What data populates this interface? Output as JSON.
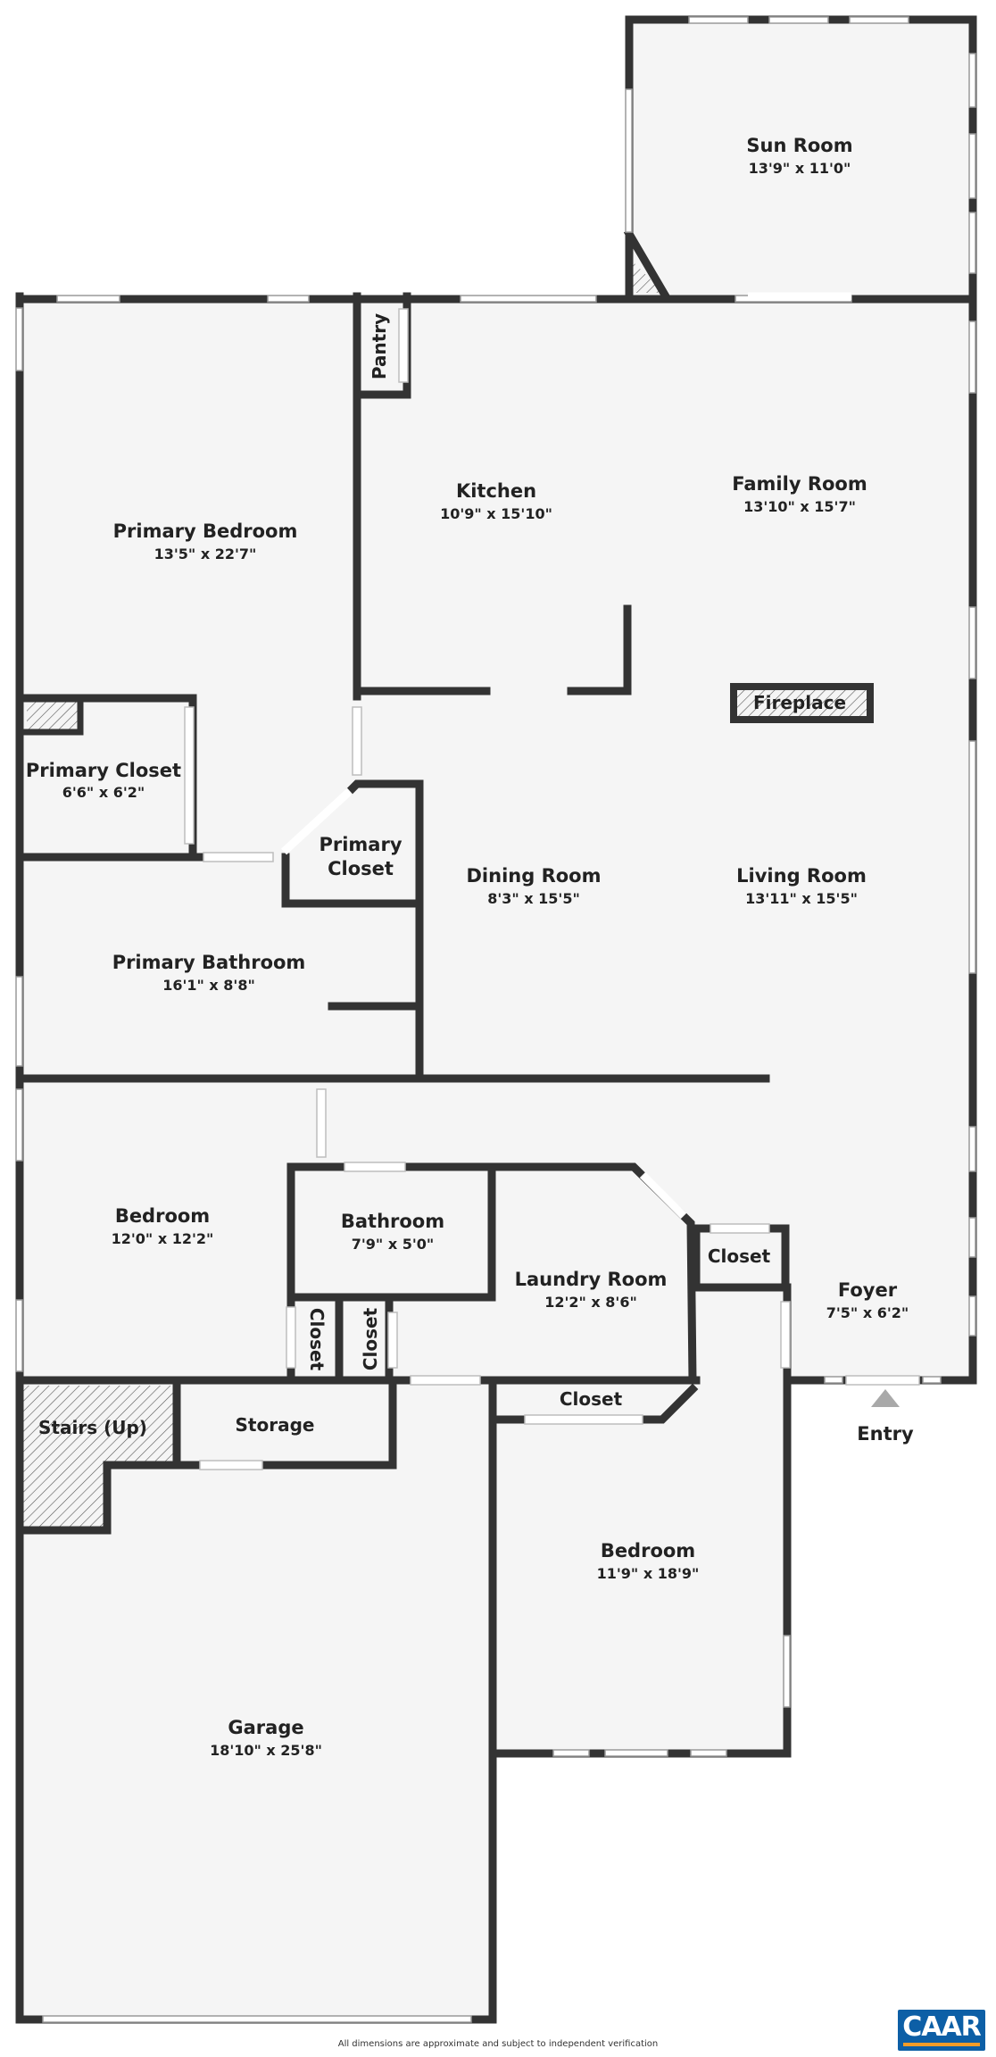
{
  "rooms": {
    "sun_room": {
      "name": "Sun Room",
      "dim": "13'9\" x 11'0\""
    },
    "pantry": {
      "name": "Pantry"
    },
    "kitchen": {
      "name": "Kitchen",
      "dim": "10'9\" x 15'10\""
    },
    "family_room": {
      "name": "Family Room",
      "dim": "13'10\" x 15'7\""
    },
    "primary_bedroom": {
      "name": "Primary Bedroom",
      "dim": "13'5\" x 22'7\""
    },
    "fireplace": {
      "name": "Fireplace"
    },
    "primary_closet": {
      "name": "Primary Closet",
      "dim": "6'6\" x 6'2\""
    },
    "primary_closet_2": {
      "name_line1": "Primary",
      "name_line2": "Closet"
    },
    "dining_room": {
      "name": "Dining Room",
      "dim": "8'3\" x 15'5\""
    },
    "living_room": {
      "name": "Living Room",
      "dim": "13'11\" x 15'5\""
    },
    "primary_bathroom": {
      "name": "Primary Bathroom",
      "dim": "16'1\" x 8'8\""
    },
    "bedroom_1": {
      "name": "Bedroom",
      "dim": "12'0\" x 12'2\""
    },
    "bathroom": {
      "name": "Bathroom",
      "dim": "7'9\" x 5'0\""
    },
    "laundry_room": {
      "name": "Laundry Room",
      "dim": "12'2\" x 8'6\""
    },
    "closet_foyer": {
      "name": "Closet"
    },
    "foyer": {
      "name": "Foyer",
      "dim": "7'5\" x 6'2\""
    },
    "closet_a": {
      "name": "Closet"
    },
    "closet_b": {
      "name": "Closet"
    },
    "closet_bedroom": {
      "name": "Closet"
    },
    "stairs": {
      "name": "Stairs (Up)"
    },
    "storage": {
      "name": "Storage"
    },
    "bedroom_2": {
      "name": "Bedroom",
      "dim": "11'9\" x 18'9\""
    },
    "garage": {
      "name": "Garage",
      "dim": "18'10\" x 25'8\""
    }
  },
  "entry_label": "Entry",
  "disclaimer": "All dimensions are approximate and subject to independent verification",
  "logo": {
    "text": "CAAR"
  },
  "colors": {
    "wall": "#333333",
    "floor": "#f5f5f5",
    "logo": "#0d5fa6",
    "logo_stripe": "#f39c28",
    "entry_arrow": "#a9a9a9"
  }
}
